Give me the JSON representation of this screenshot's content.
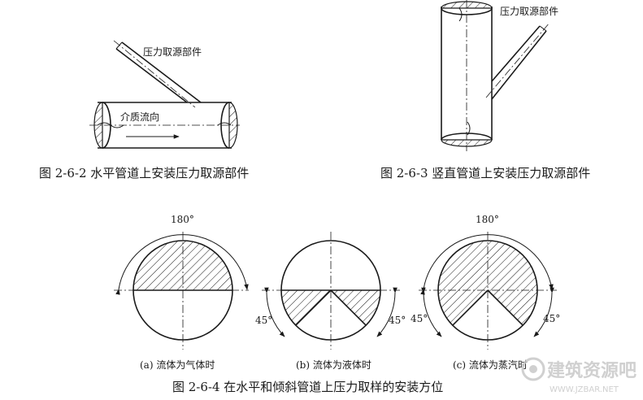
{
  "figure_2_6_2": {
    "caption": "图 2-6-2  水平管道上安装压力取源部件",
    "label_component": "压力取源部件",
    "label_flow": "介质流向"
  },
  "figure_2_6_3": {
    "caption": "图 2-6-3  竖直管道上安装压力取源部件",
    "label_component": "压力取源部件"
  },
  "figure_2_6_4": {
    "caption": "图 2-6-4  在水平和倾斜管道上压力取样的安装方位",
    "panels": [
      {
        "caption": "(a) 流体为气体时",
        "angles": [
          "180°"
        ]
      },
      {
        "caption": "(b) 流体为液体时",
        "angles": [
          "45°",
          "45°"
        ]
      },
      {
        "caption": "(c) 流体为蒸汽时",
        "angles": [
          "180°",
          "45°",
          "45°"
        ]
      }
    ]
  },
  "watermark": {
    "text": "建筑资源吧",
    "url": "WWW.JZBAR.NET"
  },
  "colors": {
    "ink": "#1a1a1a",
    "background": "#ffffff",
    "watermark": "#c8c8c8"
  }
}
